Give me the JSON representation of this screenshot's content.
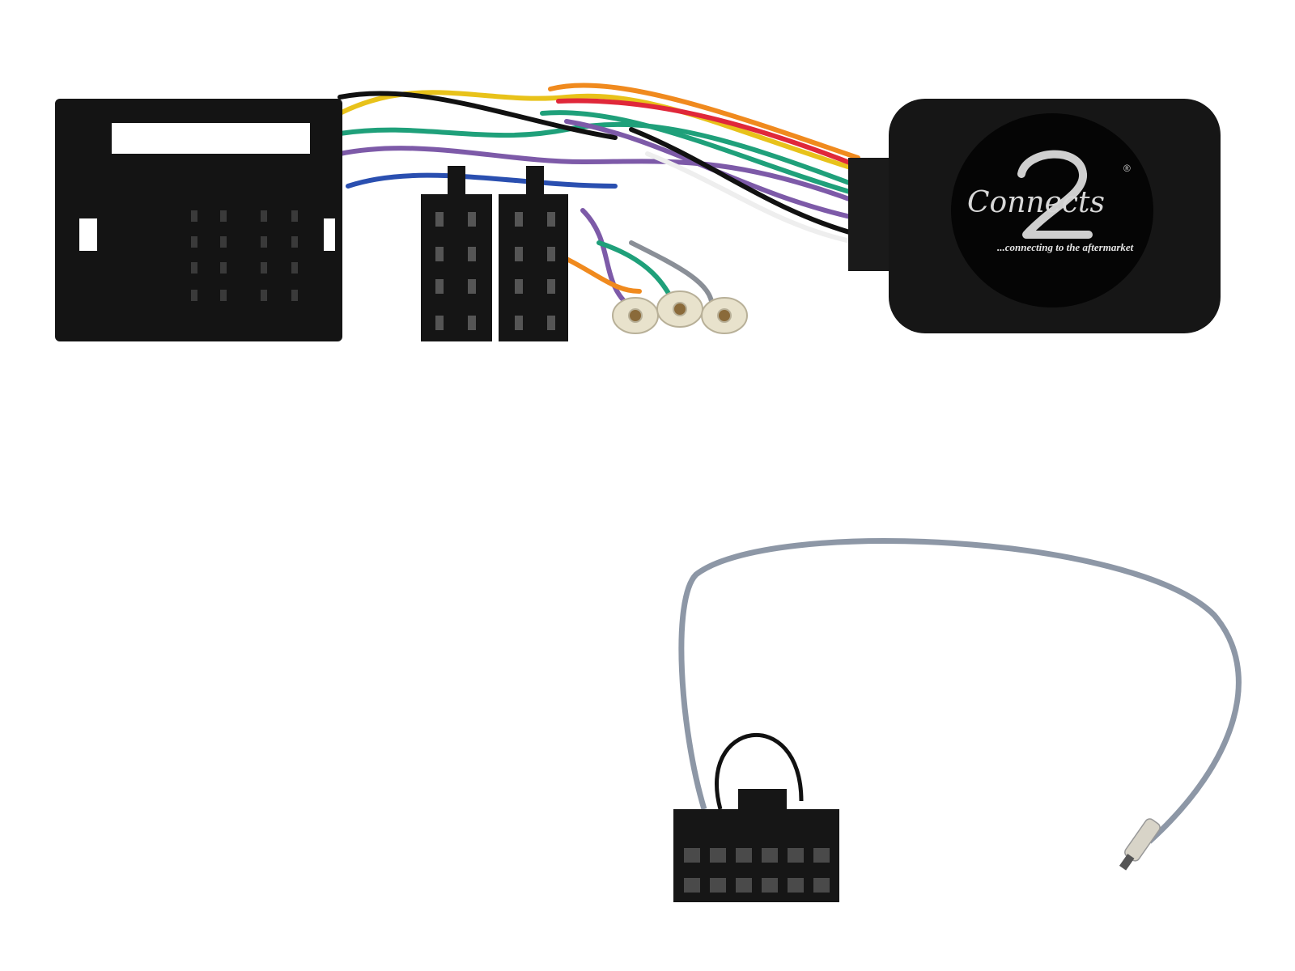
{
  "product": {
    "logo": {
      "brand": "Connects2",
      "mark": "2",
      "registered": "®"
    },
    "tagline": "...connecting to the aftermarket"
  },
  "colors": {
    "housing": "#141414",
    "wire_yellow": "#e8c21a",
    "wire_green": "#1fa07a",
    "wire_blue": "#2a4fb0",
    "wire_purple": "#7d5aa8",
    "wire_orange": "#f08a1e",
    "wire_red": "#e0283a",
    "wire_grey": "#8a8f97",
    "wire_white": "#eeeeee",
    "patch_cable": "#8d97a6"
  }
}
